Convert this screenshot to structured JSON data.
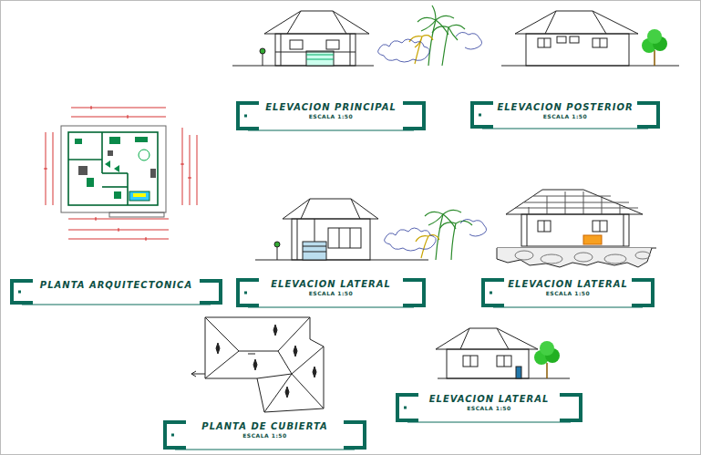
{
  "diagram": {
    "nodes": [
      {
        "text": [
          "PLANTA ARQUITECTONICA"
        ]
      },
      {
        "text": [
          "ELEVACION PRINCIPAL",
          "ESCALA 1:50"
        ]
      },
      {
        "text": [
          "ELEVACION POSTERIOR",
          "ESCALA 1:50"
        ]
      },
      {
        "text": [
          "ELEVACION LATERAL",
          "ESCALA 1:50"
        ]
      },
      {
        "text": [
          "ELEVACION LATERAL",
          "ESCALA 1:50"
        ]
      },
      {
        "text": [
          "PLANTA DE CUBIERTA",
          "ESCALA 1:50"
        ]
      },
      {
        "text": [
          "ELEVACION LATERAL",
          "ESCALA 1:50"
        ]
      }
    ]
  }
}
